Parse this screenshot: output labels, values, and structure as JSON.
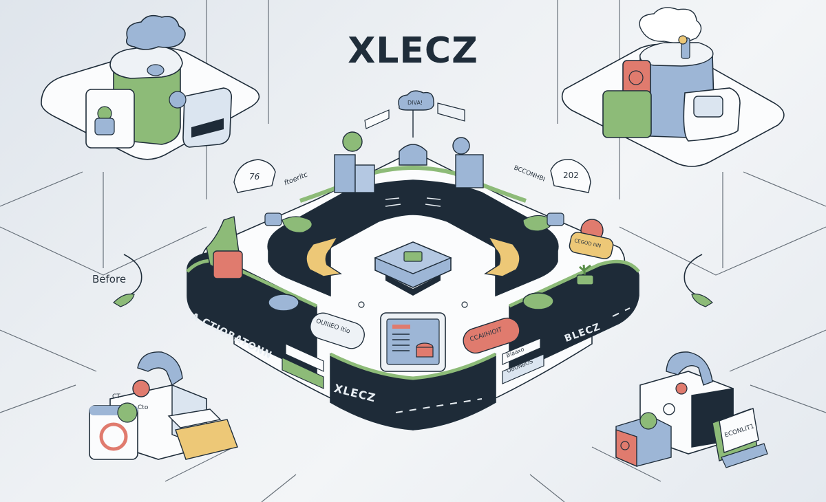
{
  "diagram": {
    "title": "XLECZ",
    "side_label": "Before",
    "badges": {
      "left_badge": "76",
      "right_badge": "202"
    },
    "ramp_labels": {
      "top_left": "ftoeritc",
      "top_right": "BCCONHBI"
    },
    "cloud_label": "DIVA!",
    "track_labels": {
      "left": "A CTIORATONN",
      "bottom": "XLECZ",
      "right": "BLECZ"
    },
    "pill_labels": {
      "center_left": "OUIIIEO itio",
      "center_right": "CCAIIHIOIT",
      "right_stack_1": "Biaaxo",
      "right_stack_2": "OBUNBOS",
      "right_gear_tag": "CEGOD IIIN",
      "bottom_right_card": "ECONLIT1",
      "bottom_left_box_a": "CT",
      "bottom_left_box_b": "Cto"
    },
    "colors": {
      "background": "#e9edf1",
      "ink": "#1f2d3a",
      "track": "#1e2b38",
      "green": "#8dbb78",
      "blue": "#9db6d6",
      "red": "#e07b6e",
      "yellow": "#edc877",
      "white_surface": "#fbfcfd"
    },
    "icons": [
      "cloud-icon",
      "brain-icon",
      "user-card-icon",
      "gear-icon",
      "tablet-icon",
      "refresh-arrow-icon",
      "chip-icon",
      "robot-arm-icon",
      "camera-icon",
      "document-icon",
      "leaf-icon",
      "plant-icon"
    ]
  }
}
